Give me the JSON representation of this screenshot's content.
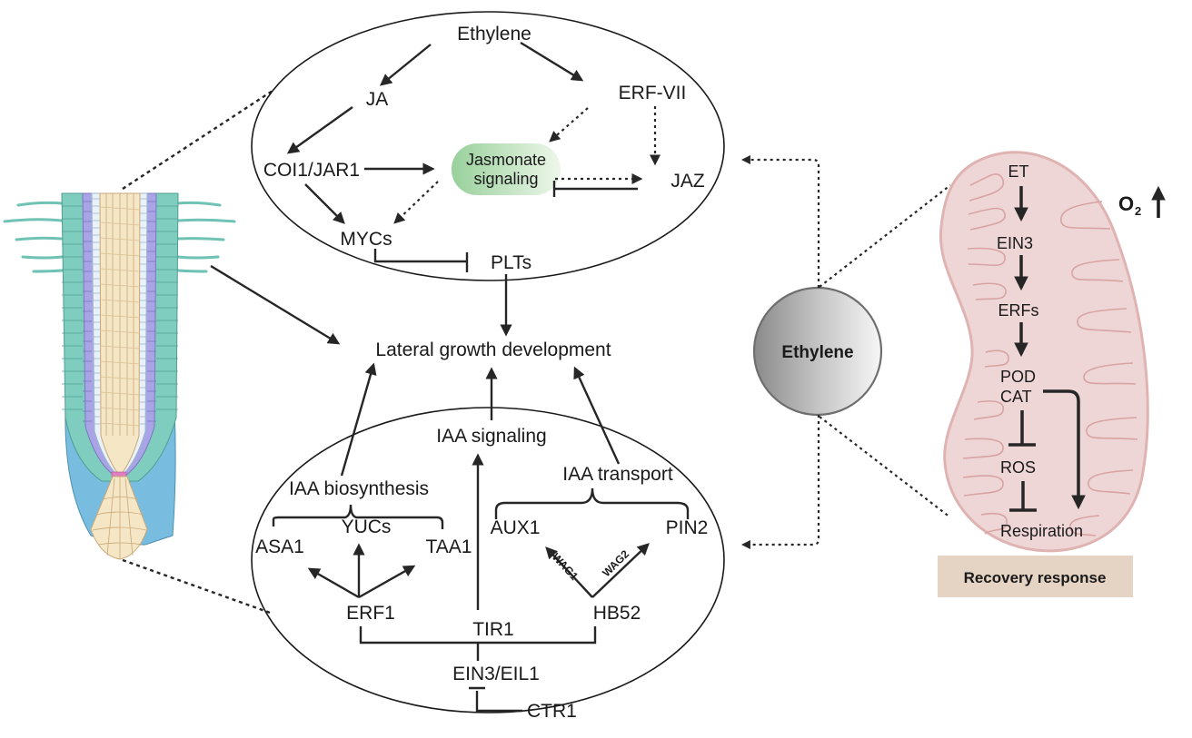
{
  "top_module": {
    "ethylene": "Ethylene",
    "ja": "JA",
    "erf_vii": "ERF-VII",
    "coi1_jar1": "COI1/JAR1",
    "jasmonate_line1": "Jasmonate",
    "jasmonate_line2": "signaling",
    "jaz": "JAZ",
    "mycs": "MYCs",
    "plts": "PLTs"
  },
  "center": {
    "lateral_growth": "Lateral growth development"
  },
  "bottom_module": {
    "iaa_signaling": "IAA signaling",
    "iaa_biosynthesis": "IAA biosynthesis",
    "iaa_transport": "IAA transport",
    "asa1": "ASA1",
    "yucs": "YUCs",
    "taa1": "TAA1",
    "aux1": "AUX1",
    "pin2": "PIN2",
    "wag1": "WAG1",
    "wag2": "WAG2",
    "erf1": "ERF1",
    "tir1": "TIR1",
    "hb52": "HB52",
    "ein3_eil1": "EIN3/EIL1",
    "ctr1": "CTR1"
  },
  "hub": {
    "label": "Ethylene"
  },
  "mitochondrion": {
    "et": "ET",
    "ein3": "EIN3",
    "erfs": "ERFs",
    "pod": "POD",
    "cat": "CAT",
    "ros": "ROS",
    "respiration": "Respiration",
    "o2": "O",
    "o2_sub": "2",
    "caption": "Recovery response"
  },
  "colors": {
    "jasmonate_fill_start": "#9fd3a0",
    "jasmonate_fill_end": "#eef7ea",
    "mito_fill": "#efd6d6",
    "mito_stroke": "#e0b3b3",
    "caption_bg": "#e5d3c4",
    "root_epidermis": "#7fcdbf",
    "root_endodermis": "#a9a4e6",
    "root_pericycle": "#e8f0f8",
    "root_stele": "#f5e6c6",
    "root_cap_lateral": "#78bde0",
    "root_qc": "#e07fbf"
  }
}
